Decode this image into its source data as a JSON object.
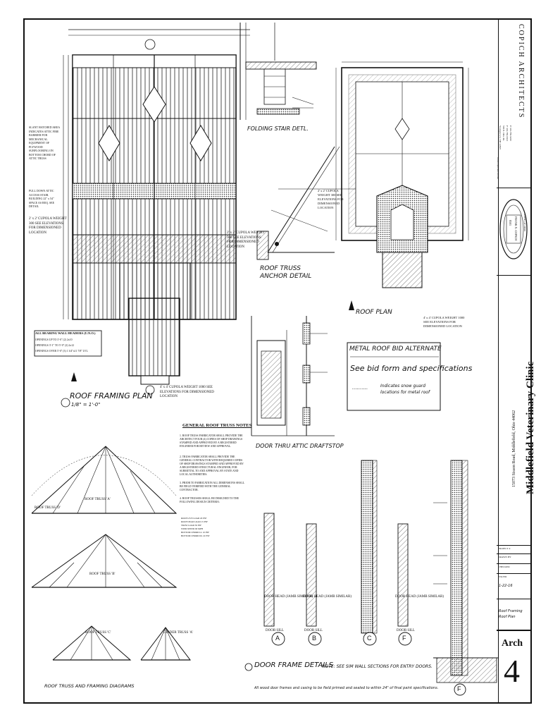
{
  "title_block": {
    "firm_name": "COPICH ARCHITECTS",
    "firm_address": [
      "P 330.769.0220",
      "F 330.769.0021",
      "500 E. Ohio Rt.",
      "Youngstown, OH 44505",
      "www.copicharch.com"
    ],
    "seal_name": "FRANK X. COPICH",
    "seal_state": "STATE OF OHIO",
    "seal_number": "8501",
    "project_name": "Middlefield Veterinary Clinic",
    "project_address": "15073 Sisson Road, Middlefield, Ohio 44062",
    "project_number_label": "PROJECT #",
    "drawn_by_label": "DRAWN BY",
    "checked_label": "CHECKED",
    "issued_label": "ISSUED",
    "issued_value": "1-22-16",
    "sheet_title_lines": [
      "Roof Framing",
      "Roof Plan"
    ],
    "sheet_prefix": "Arch",
    "sheet_number": "4"
  },
  "plans": {
    "roof_framing_plan": "ROOF FRAMING PLAN",
    "roof_framing_scale": "1/8\" = 1'-0\"",
    "roof_plan": "ROOF PLAN",
    "roof_truss_anchor": "ROOF TRUSS ANCHOR DETAIL",
    "folding_stair": "FOLDING STAIR DETL.",
    "door_attic_draftstop": "DOOR THRU ATTIC DRAFTSTOP",
    "door_frame_details": "DOOR FRAME DETAILS",
    "door_frame_note": "NOTE: SEE SIM WALL SECTIONS FOR ENTRY DOORS.",
    "roof_truss_diagrams": "ROOF TRUSS AND FRAMING DIAGRAMS"
  },
  "metal_roof": {
    "title": "METAL ROOF BID ALTERNATE",
    "line1": "See bid form and specifications",
    "legend_dots": "..........",
    "legend_text": "Indicates snow guard locations for metal roof"
  },
  "truss_notes": {
    "heading": "GENERAL ROOF TRUSS NOTES",
    "items": [
      "1. ROOF TRUSS FABRICATOR SHALL PROVIDE THE ARCHITECT FOUR (4) COPIES OF SHOP DRAWINGS STAMPED AND APPROVED BY A REGISTERED ENGINEER FOR REVIEW AND APPROVAL.",
      "2. TRUSS FABRICATOR SHALL PROVIDE THE GENERAL CONTRACTOR WITH REQUIRED COPIES OF SHOP DRAWINGS STAMPED AND APPROVED BY A REGISTERED STRUCTURAL ENGINEER, FOR SUBMITTAL TO AND APPROVAL BY STATE AND LOCAL AUTHORITIES.",
      "3. PRIOR TO FABRICATION ALL DIMENSIONS SHALL BE FIELD VERIFIED WITH THE GENERAL CONTRACTOR.",
      "4. ROOF TRUSSES SHALL BE DESIGNED TO THE FOLLOWING DESIGN CRITERIA:"
    ]
  },
  "truss_labels": [
    "ROOF TRUSS 'D'",
    "ROOF TRUSS 'A'",
    "ROOF TRUSS 'B'",
    "ROOF TRUSS 'C'",
    "GIRDER TRUSS 'A'"
  ],
  "cupola_notes": [
    "2' x 2' CUPOLA WEIGHT 300 SEE ELEVATIONS FOR DIMENSIONED LOCATION",
    "4' x 4' CUPOLA WEIGHT 1000 SEE ELEVATIONS FOR DIMENSIONED LOCATION"
  ],
  "side_notes": [
    "SLANT HATCHED AREA INDICATES ATTIC FIRE BARRIER FOR MECHANICAL EQUIPMENT OF PLYWOOD SUBFLOORING ON BOTTOM CHORD OF ATTIC TRUSS",
    "PULL DOWN ATTIC ACCESS STAIR. BUILDING 22\" x 54\" SPACE AS REQ. SEE DETAIL"
  ],
  "door_detail_markers": [
    "A",
    "B",
    "C",
    "F"
  ],
  "door_detail_captions": [
    "DOOR HEAD (JAMB SIMILAR)",
    "DOOR SILL"
  ],
  "bottom_note": "All wood door frames and casing to be field primed and sealed to within 24\" of final paint specifications.",
  "bearing_walls": {
    "title": "ALL BEARING WALL HEADERS (U.N.O.)",
    "lines": [
      "OPENINGS UP TO 3'-0\" (2) 2x10",
      "OPENINGS 3'-1\" TO 5'-0\" (2) 2x12",
      "OPENINGS OVER 5'-0\" (3) 1 3/4\"x11 7/8\" LVL"
    ]
  },
  "design_criteria_lines": [
    "ROOF LIVE LOAD 20 PSF",
    "ROOF DEAD LOAD 15 PSF",
    "SNOW LOAD 30 PSF",
    "WIND SPEED 90 MPH",
    "BOTTOM CHORD LL 10 PSF",
    "BOTTOM CHORD DL 10 PSF"
  ]
}
